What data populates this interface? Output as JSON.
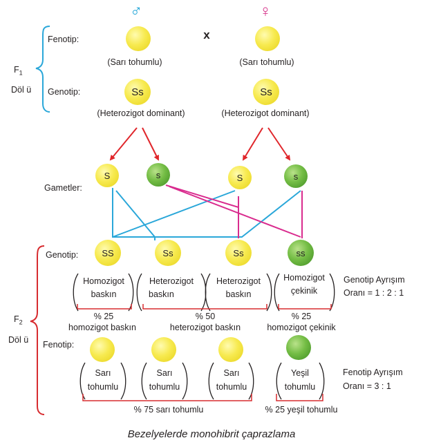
{
  "symbols": {
    "male": "♂",
    "female": "♀",
    "cross": "x",
    "male_color": "#1aa3d6",
    "female_color": "#d6338a"
  },
  "f1": {
    "label": "F",
    "sub": "1",
    "generation": "Döl ü",
    "fenotip_label": "Fenotip:",
    "genotip_label": "Genotip:",
    "parent_male": {
      "phenotype": "(Sarı tohumlu)",
      "genotype": "Ss",
      "description": "(Heterozigot dominant)"
    },
    "parent_female": {
      "phenotype": "(Sarı tohumlu)",
      "genotype": "Ss",
      "description": "(Heterozigot dominant)"
    }
  },
  "gametes": {
    "label": "Gametler:",
    "items": [
      "S",
      "s",
      "S",
      "s"
    ]
  },
  "f2": {
    "label": "F",
    "sub": "2",
    "generation": "Döl ü",
    "genotip_label": "Genotip:",
    "fenotip_label": "Fenotip:",
    "genotypes": [
      "SS",
      "Ss",
      "Ss",
      "ss"
    ],
    "genotype_desc": [
      [
        "Homozigot",
        "baskın"
      ],
      [
        "Heterozigot",
        "baskın"
      ],
      [
        "Heterozigot",
        "baskın"
      ],
      [
        "Homozigot",
        "çekinik"
      ]
    ],
    "genotype_groups": [
      [
        "% 25",
        "homozigot baskın"
      ],
      [
        "% 50",
        "heterozigot baskın"
      ],
      [
        "% 25",
        "homozigot çekinik"
      ]
    ],
    "genotype_ratio": [
      "Genotip Ayrışım",
      "Oranı = 1 : 2 : 1"
    ],
    "phenotype_desc": [
      [
        "Sarı",
        "tohumlu"
      ],
      [
        "Sarı",
        "tohumlu"
      ],
      [
        "Sarı",
        "tohumlu"
      ],
      [
        "Yeşil",
        "tohumlu"
      ]
    ],
    "phenotype_groups": [
      "% 75 sarı tohumlu",
      "% 25 yeşil tohumlu"
    ],
    "phenotype_ratio": [
      "Fenotip Ayrışım",
      "Oranı = 3 : 1"
    ]
  },
  "caption": "Bezelyelerde monohibrit çaprazlama",
  "colors": {
    "arrow": "#e0262b",
    "blue_line": "#2aa7d9",
    "magenta_line": "#d92b8e",
    "bracket": "#d72b2f",
    "f1_brace": "#2aa7d9"
  }
}
